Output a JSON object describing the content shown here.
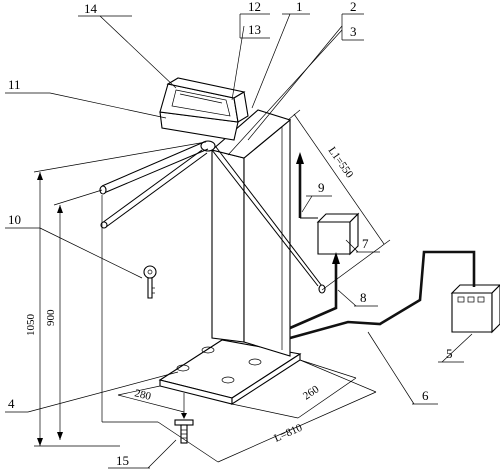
{
  "labels": {
    "l1": "1",
    "l2": "2",
    "l3": "3",
    "l4": "4",
    "l5": "5",
    "l6": "6",
    "l7": "7",
    "l8": "8",
    "l9": "9",
    "l10": "10",
    "l11": "11",
    "l12": "12",
    "l13": "13",
    "l14": "14",
    "l15": "15"
  },
  "dimensions": {
    "height_total": "1050",
    "height_arm": "900",
    "width_base": "280",
    "depth_base": "260",
    "length_l": "L=810",
    "length_l1": "L1=550"
  }
}
